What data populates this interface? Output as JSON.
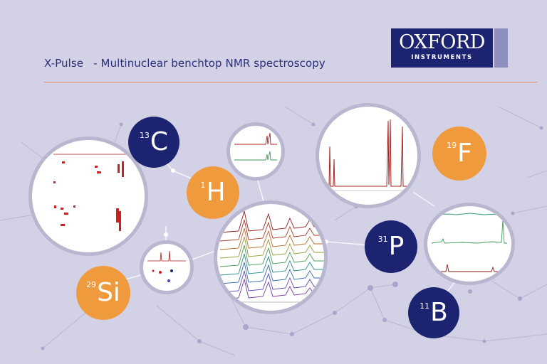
{
  "header": {
    "product": "X-Pulse",
    "tagline": "- Multinuclear benchtop NMR spectroscopy"
  },
  "logo": {
    "wordmark": "OXFORD",
    "subtitle": "INSTRUMENTS"
  },
  "nuclei": [
    {
      "mass": "13",
      "symbol": "C"
    },
    {
      "mass": "1",
      "symbol": "H"
    },
    {
      "mass": "19",
      "symbol": "F"
    },
    {
      "mass": "31",
      "symbol": "P"
    },
    {
      "mass": "29",
      "symbol": "Si"
    },
    {
      "mass": "11",
      "symbol": "B"
    }
  ],
  "colors": {
    "background": "#d3d1e6",
    "navy": "#1c2370",
    "orange": "#f09a3e",
    "rule": "#e8865a",
    "spectrum_red": "#b01c1c"
  },
  "spectra": [
    {
      "name": "2d-correlation-spectrum",
      "icon": "spectrum-2d"
    },
    {
      "name": "stacked-1d-spectra",
      "icon": "spectrum-stack"
    },
    {
      "name": "fluorine-spectrum",
      "icon": "spectrum-1d"
    },
    {
      "name": "waterfall-reaction-monitoring",
      "icon": "spectrum-waterfall"
    },
    {
      "name": "boron-phosphorus-spectra",
      "icon": "spectrum-multi"
    },
    {
      "name": "silicon-2d-spectrum",
      "icon": "spectrum-2d-small"
    }
  ]
}
